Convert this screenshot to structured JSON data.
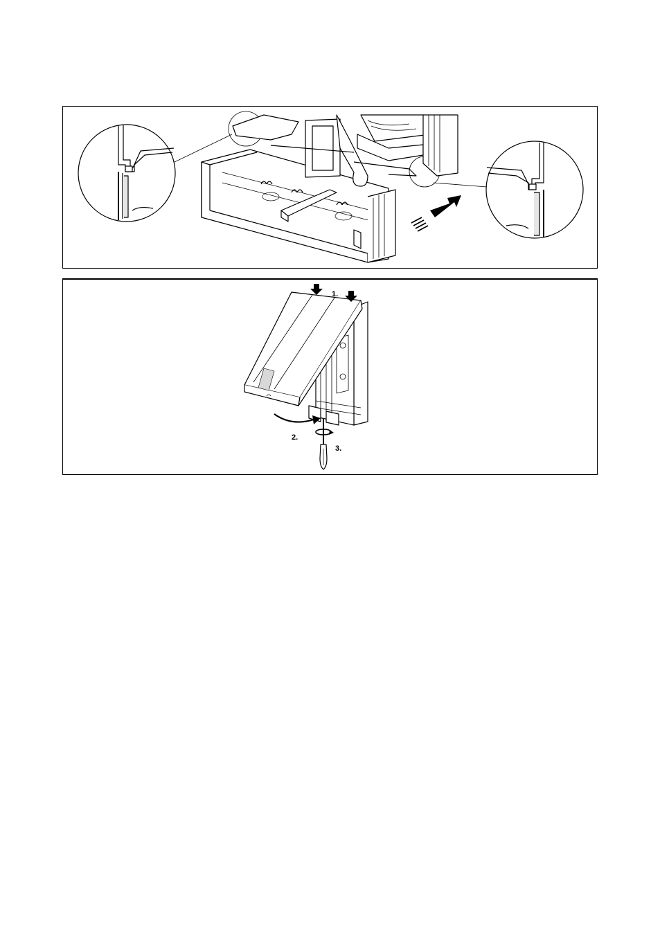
{
  "figure_install": {
    "detail_left": "bracket-hook-detail",
    "detail_right": "bracket-hook-detail"
  },
  "figure_cover": {
    "steps": [
      "1.",
      "2.",
      "3."
    ]
  },
  "colors": {
    "line": "#000000",
    "fill": "#ffffff",
    "shade": "#d8d8d8"
  }
}
